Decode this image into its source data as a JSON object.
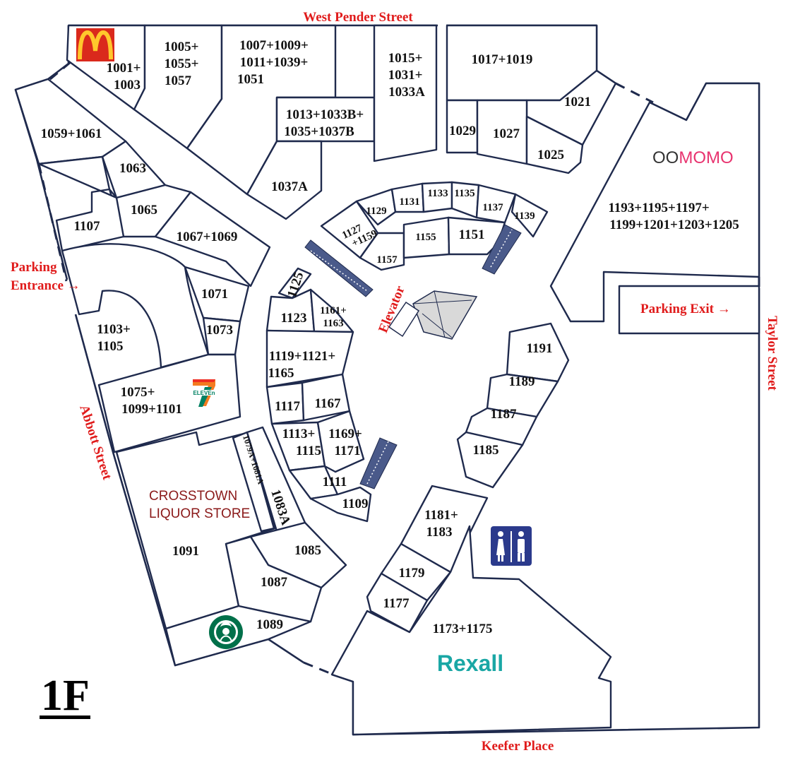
{
  "floor_label": "1F",
  "streets": {
    "north": "West Pender Street",
    "south": "Keefer Place",
    "east": "Taylor Street",
    "west": "Abbott Street"
  },
  "entrances": {
    "parking_entrance_line1": "Parking",
    "parking_entrance_line2": "Entrance →",
    "parking_exit": "Parking Exit →"
  },
  "facilities": {
    "elevator": "Elevator",
    "restroom_icon": "restroom-icon"
  },
  "brands": {
    "mcdonalds_icon": "mcdonalds-logo",
    "seven_eleven_text": "ELEVEn",
    "starbucks_icon": "starbucks-logo",
    "oomomo_prefix": "OO",
    "oomomo_suffix": "MOMO",
    "rexall": "Rexall",
    "crosstown_line1": "CROSSTOWN",
    "crosstown_line2": "LIQUOR STORE"
  },
  "colors": {
    "wall": "#1f2a4d",
    "street_label": "#e01b1b",
    "corridor": "#ffffff",
    "elevator": "#d9d9d9",
    "escalator": "#4a5a8a",
    "restroom_sign": "#2b3a8c",
    "rexall": "#1aa7a5",
    "oomomo_dark": "#333333",
    "oomomo_pink": "#e8336f",
    "mcdonalds_red": "#da291c",
    "mcdonalds_yellow": "#ffc72c",
    "starbucks_green": "#00704a",
    "seven_eleven_orange": "#f47b20",
    "seven_eleven_green": "#008163",
    "seven_eleven_red": "#ee2e24",
    "liquor_store": "#8b1a1a"
  },
  "units": {
    "u1001": [
      "1001+",
      "1003"
    ],
    "u1005": [
      "1005+",
      "1055+",
      "1057"
    ],
    "u1007": [
      "1007+1009+",
      "1011+1039+",
      "1051"
    ],
    "u1013": [
      "1013+1033B+",
      "1035+1037B"
    ],
    "u1015": [
      "1015+",
      "1031+",
      "1033A"
    ],
    "u1017": "1017+1019",
    "u1021": "1021",
    "u1025": "1025",
    "u1027": "1027",
    "u1029": "1029",
    "u1037a": "1037A",
    "u1059": "1059+1061",
    "u1063": "1063",
    "u1065": "1065",
    "u1067": "1067+1069",
    "u1071": "1071",
    "u1073": "1073",
    "u1075": [
      "1075+",
      "1099+1101"
    ],
    "u1079a": "1079A+1081A",
    "u1083a": "1083A",
    "u1085": "1085",
    "u1087": "1087",
    "u1089": "1089",
    "u1091": "1091",
    "u1103": [
      "1103+",
      "1105"
    ],
    "u1107": "1107",
    "u1109": "1109",
    "u1111": "1111",
    "u1113": [
      "1113+",
      "1115"
    ],
    "u1117": "1117",
    "u1119": [
      "1119+1121+",
      "1165"
    ],
    "u1123": "1123",
    "u1125": "1125",
    "u1127": [
      "1127",
      "+1159"
    ],
    "u1129": "1129",
    "u1131": "1131",
    "u1133": "1133",
    "u1135": "1135",
    "u1137": "1137",
    "u1139": "1139",
    "u1151": "1151",
    "u1155": "1155",
    "u1157": "1157",
    "u1161": [
      "1161+",
      "1163"
    ],
    "u1167": "1167",
    "u1169": [
      "1169+",
      "1171"
    ],
    "u1173": "1173+1175",
    "u1177": "1177",
    "u1179": "1179",
    "u1181": [
      "1181+",
      "1183"
    ],
    "u1185": "1185",
    "u1187": "1187",
    "u1189": "1189",
    "u1191": "1191",
    "u1193": [
      "1193+1195+1197+",
      "1199+1201+1203+1205"
    ]
  }
}
